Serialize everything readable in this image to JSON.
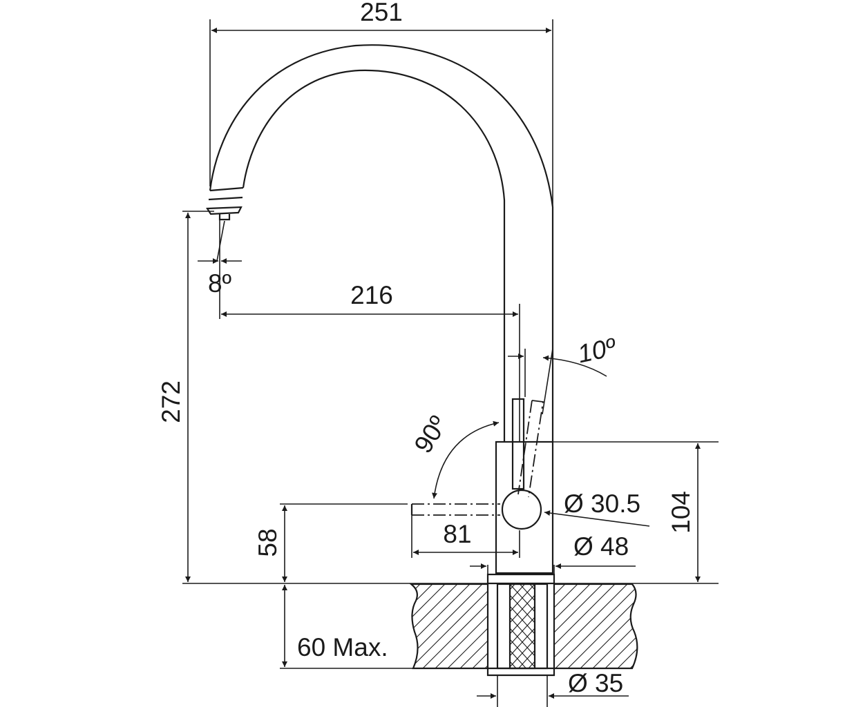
{
  "dimensions": {
    "width_overall": "251",
    "spout_reach": "216",
    "height_total": "272",
    "spray_angle": "8º",
    "lever_tilt": "10º",
    "lever_swing": "90º",
    "lever_dia": "Ø 30.5",
    "body_height": "104",
    "lever_height": "58",
    "lever_length": "81",
    "body_dia": "Ø 48",
    "counter_thickness": "60 Max.",
    "shank_dia": "Ø 35"
  },
  "colors": {
    "line": "#1a1a1a",
    "background": "#ffffff"
  }
}
